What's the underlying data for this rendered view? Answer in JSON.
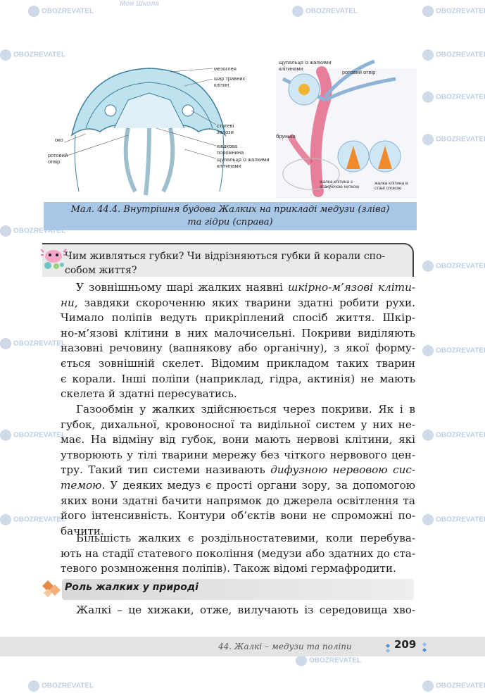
{
  "watermark": {
    "brand_a": "OBOZREVATEL",
    "brand_b": "Моя Школа"
  },
  "figure": {
    "labels": {
      "mesoglea": "мезоглея",
      "digestive_layer": "шар травних клітин",
      "gonads": "статеві залози",
      "intestinal_cavity": "кишкова порожнина",
      "tentacles_left": "щупальця із жалкими клітинами",
      "mouth_left": "ротовий отвір",
      "bud": "око",
      "tentacles_right": "щупальця із жалкими клітинами",
      "mouth_right": "ротовий отвір",
      "budding": "брунька",
      "stinging_cell_a": "жалка клітина з атакуючою ниткою",
      "stinging_cell_b": "жалка клітина в стані спокою"
    },
    "caption_line1": "Мал. 44.4. Внутрішня будова Жалких на прикладі медузи (зліва)",
    "caption_line2": "та гідри (справа)"
  },
  "question": {
    "line1": "Чим живляться губки? Чи відрізняються губки й корали спо-",
    "line2": "собом життя?"
  },
  "paragraphs": {
    "p1": [
      "У зовнішньому шарі жалких наявні шкірно-м’язові кліти-",
      "ни, завдяки скороченню яких тварини здатні робити рухи.",
      "Чимало поліпів ведуть прикріплений спосіб життя. Шкір-",
      "но-м’язові клітини в них малочисельні. Покриви виділяють",
      "назовні речовину (вапнякову або органічну), з якої форму-",
      "ється зовнішній скелет. Відомим прикладом таких тварин",
      "є корали. Інші поліпи (наприклад, гідра, актинія) не мають",
      "скелета й здатні пересуватись."
    ],
    "p2": [
      "Газообмін у жалких здійснюється через покриви. Як і в",
      "губок, дихальної, кровоносної та видільної систем у них не-",
      "має. На відміну від губок, вони мають нервові клітини, які",
      "утворюють у тілі тварини мережу без чіткого нервового цен-",
      "тру. Такий тип системи називають дифузною нервовою сис-",
      "темою. У деяких медуз є прості органи зору, за допомогою",
      "яких вони здатні бачити напрямок до джерела освітлення та",
      "його інтенсивність. Контури об’єктів вони не спроможні по-",
      "бачити."
    ],
    "p3": [
      "Більшість жалких є роздільностатевими, коли перебува-",
      "ють на стадії статевого покоління (медузи або здатних до ста-",
      "тевого розмноження поліпів). Також відомі гермафродити."
    ],
    "p4": [
      "Жалкі – це хижаки, отже, вилучають із середовища хво-"
    ]
  },
  "section": {
    "title": "Роль жалких у природі"
  },
  "footer": {
    "chapter": "44. Жалкі – медузи та поліпи",
    "page": "209"
  },
  "colors": {
    "caption_bg": "#a8c6e6",
    "question_bg": "#eaeaea",
    "section_bg": "#dddddd",
    "footer_bg": "#e3e3e3",
    "section_icon": "#e88a4a",
    "page_deco": "#4a90d9"
  }
}
